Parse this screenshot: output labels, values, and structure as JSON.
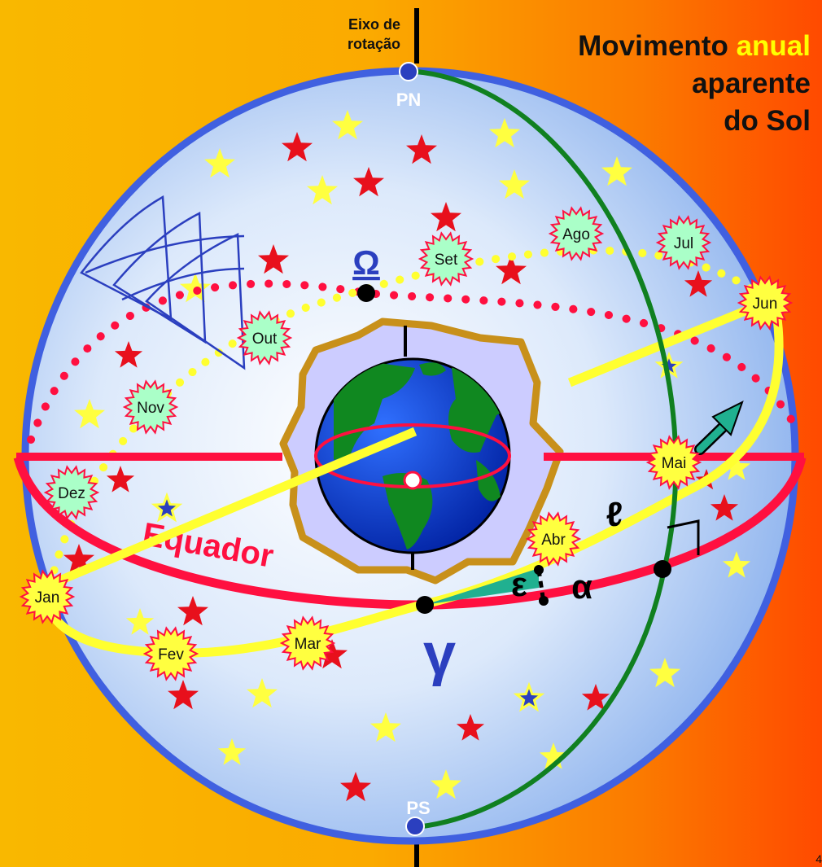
{
  "title": {
    "line1_a": "Movimento ",
    "line1_b": "anual",
    "line2": "aparente",
    "line3": "do Sol"
  },
  "axis_label": {
    "line1": "Eixo de",
    "line2": "rotação"
  },
  "poles": {
    "north": "PN",
    "south": "PS"
  },
  "labels": {
    "equator": "Equador",
    "vernal_point": "γ",
    "ascending_node": "Ω",
    "obliquity": "ε",
    "right_ascension": "α",
    "longitude": "ℓ"
  },
  "months": [
    "Jan",
    "Fev",
    "Mar",
    "Abr",
    "Mai",
    "Jun",
    "Jul",
    "Ago",
    "Set",
    "Out",
    "Nov",
    "Dez"
  ],
  "page_number": "4",
  "colors": {
    "sphere_outline": "#4060e0",
    "equator": "#ff1040",
    "ecliptic": "#ffff30",
    "meridian": "#108020",
    "node_path": "#ff1040",
    "star_red": "#e8101c",
    "star_yellow": "#ffff40",
    "month_burst": "#ffff40",
    "month_burst_alt": "#aaffc8",
    "arrow": "#20b090",
    "frame_fill": "#ccccff",
    "frame_border": "#c8901a"
  }
}
